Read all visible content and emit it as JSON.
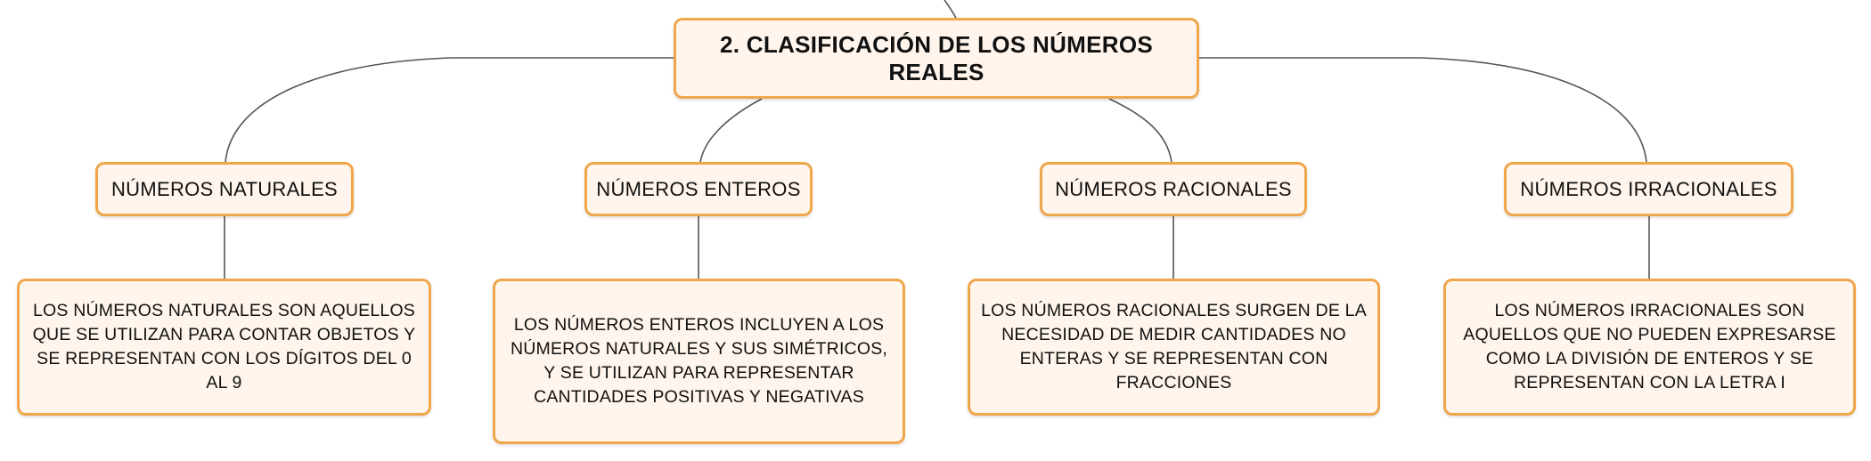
{
  "root": {
    "label": "2. CLASIFICACIÓN DE LOS NÚMEROS REALES"
  },
  "branches": [
    {
      "label": "NÚMEROS NATURALES",
      "description": "LOS NÚMEROS NATURALES SON AQUELLOS QUE SE UTILIZAN PARA CONTAR OBJETOS Y SE REPRESENTAN CON LOS DÍGITOS DEL 0 AL 9"
    },
    {
      "label": "NÚMEROS ENTEROS",
      "description": "LOS NÚMEROS ENTEROS INCLUYEN A LOS NÚMEROS NATURALES Y SUS SIMÉTRICOS, Y SE UTILIZAN PARA REPRESENTAR CANTIDADES POSITIVAS Y NEGATIVAS"
    },
    {
      "label": "NÚMEROS RACIONALES",
      "description": "LOS NÚMEROS RACIONALES SURGEN DE LA NECESIDAD DE MEDIR CANTIDADES NO ENTERAS Y SE REPRESENTAN CON FRACCIONES"
    },
    {
      "label": "NÚMEROS IRRACIONALES",
      "description": "LOS NÚMEROS IRRACIONALES SON AQUELLOS QUE NO PUEDEN EXPRESARSE COMO LA DIVISIÓN DE ENTEROS Y SE REPRESENTAN CON LA LETRA I"
    }
  ],
  "colors": {
    "border": "#f0a64b",
    "fill": "#fff5ec",
    "line": "#555555"
  }
}
